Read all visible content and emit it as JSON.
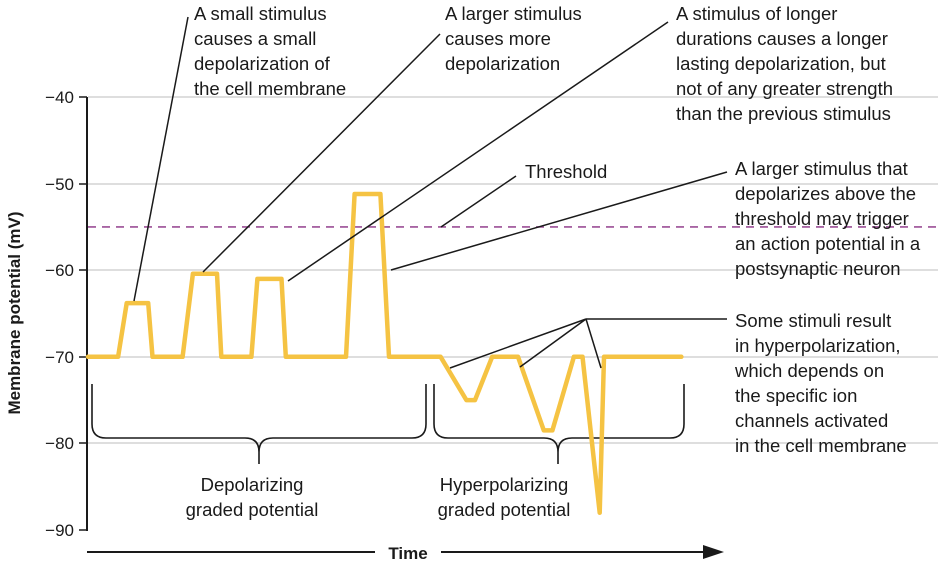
{
  "chart_data": {
    "type": "line",
    "xlabel": "Time",
    "ylabel": "Membrane potential (mV)",
    "ylim": [
      -90,
      -40
    ],
    "yticks": [
      -40,
      -50,
      -60,
      -70,
      -80,
      -90
    ],
    "grid": true,
    "threshold": {
      "label": "Threshold",
      "value": -55
    },
    "series": [
      {
        "color": "#f5c343",
        "x": [
          0,
          3.5,
          4.5,
          7,
          7.5,
          11,
          12.2,
          15,
          15.5,
          19,
          19.7,
          22.5,
          23,
          30,
          31,
          34,
          35,
          40,
          41,
          44,
          45,
          47,
          47.5,
          49,
          50,
          53,
          54,
          56.5,
          57.5,
          59.5,
          60,
          69
        ],
        "values": [
          -70,
          -70,
          -63.8,
          -63.8,
          -70,
          -70,
          -60.4,
          -60.4,
          -70,
          -70,
          -61,
          -61,
          -70,
          -70,
          -51.2,
          -51.2,
          -70,
          -70,
          -70,
          -75,
          -75,
          -70,
          -70,
          -70,
          -70,
          -78.5,
          -78.5,
          -70,
          -70,
          -88,
          -70,
          -70
        ]
      }
    ],
    "groups": [
      {
        "label_line1": "Depolarizing",
        "label_line2": "graded potential"
      },
      {
        "label_line1": "Hyperpolarizing",
        "label_line2": "graded potential"
      }
    ],
    "annotations": [
      {
        "lines": [
          "A small stimulus",
          "causes a small",
          "depolarization of",
          "the cell membrane"
        ]
      },
      {
        "lines": [
          "A larger stimulus",
          "causes more",
          "depolarization"
        ]
      },
      {
        "lines": [
          "A stimulus of longer",
          "durations causes a longer",
          "lasting depolarization, but",
          "not of any greater strength",
          "than the previous stimulus"
        ]
      },
      {
        "lines": [
          "A larger stimulus that",
          "depolarizes above the",
          "threshold may trigger",
          "an action potential in a",
          "postsynaptic neuron"
        ]
      },
      {
        "lines": [
          "Some stimuli result",
          "in hyperpolarization,",
          "which depends on",
          "the specific ion",
          "channels activated",
          "in the cell membrane"
        ]
      }
    ]
  }
}
